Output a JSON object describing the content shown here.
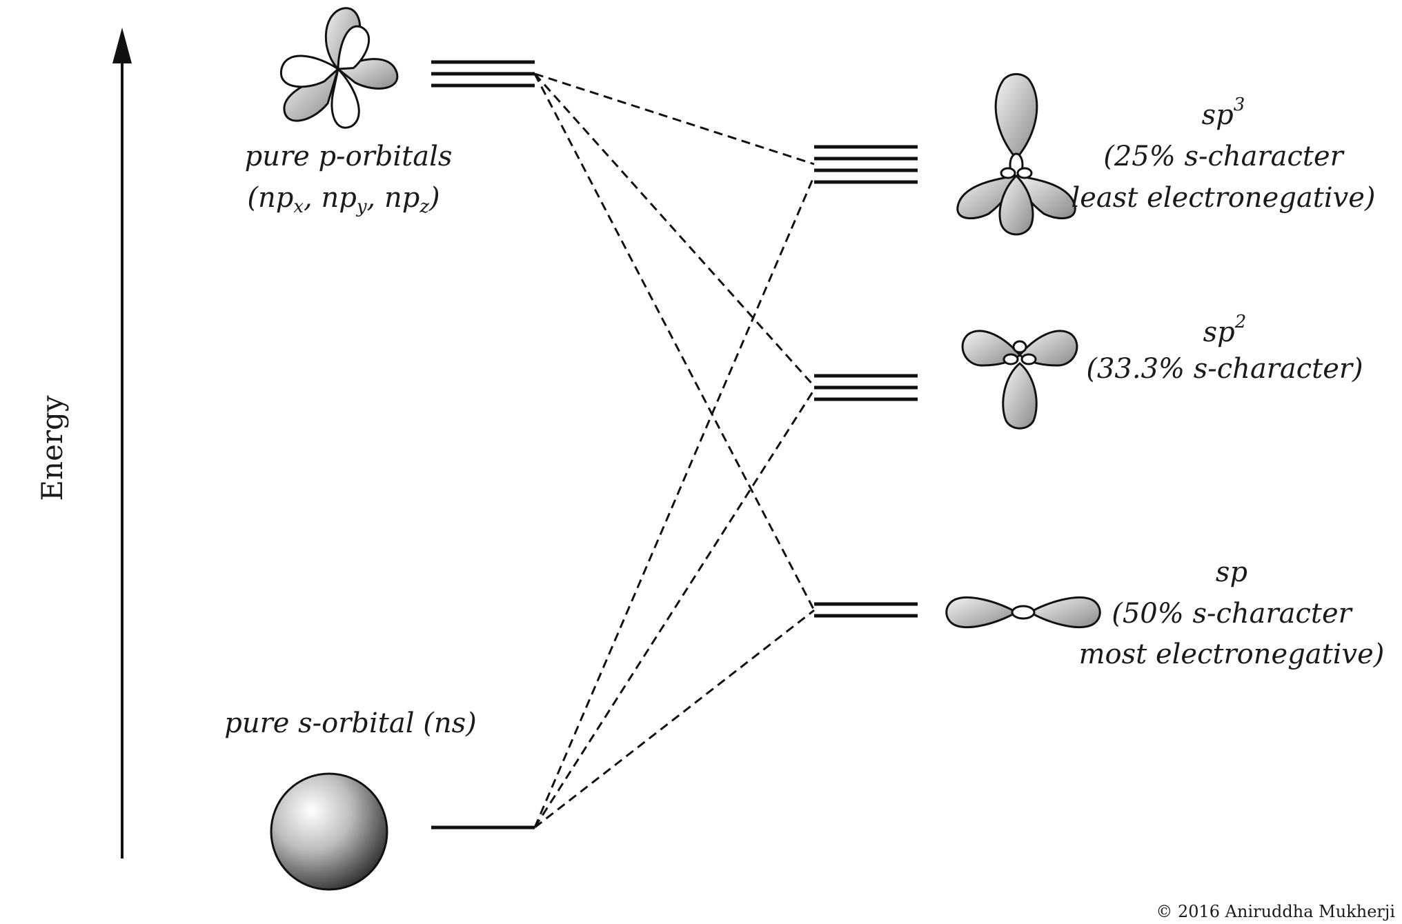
{
  "axis": {
    "label": "Energy"
  },
  "p_orbitals": {
    "name": "pure p-orbitals",
    "sub_open": "(",
    "sub_np": "np",
    "sub_x": "x",
    "sub_y": "y",
    "sub_z": "z",
    "sep": ", ",
    "sub_close": ")"
  },
  "s_orbital": {
    "name": "pure s-orbital (ns)"
  },
  "sp3": {
    "name": "sp",
    "sup": "3",
    "line1": "(25% s-character",
    "line2": "least electronegative)"
  },
  "sp2": {
    "name": "sp",
    "sup": "2",
    "line1": "(33.3% s-character)"
  },
  "sp": {
    "name": "sp",
    "line1": "(50% s-character",
    "line2": "most electronegative)"
  },
  "copyright": "© 2016 Aniruddha Mukherji",
  "colors": {
    "ink": "#111111",
    "lobe_light": "#f2f2f2",
    "lobe_dark": "#7a7a7a"
  }
}
